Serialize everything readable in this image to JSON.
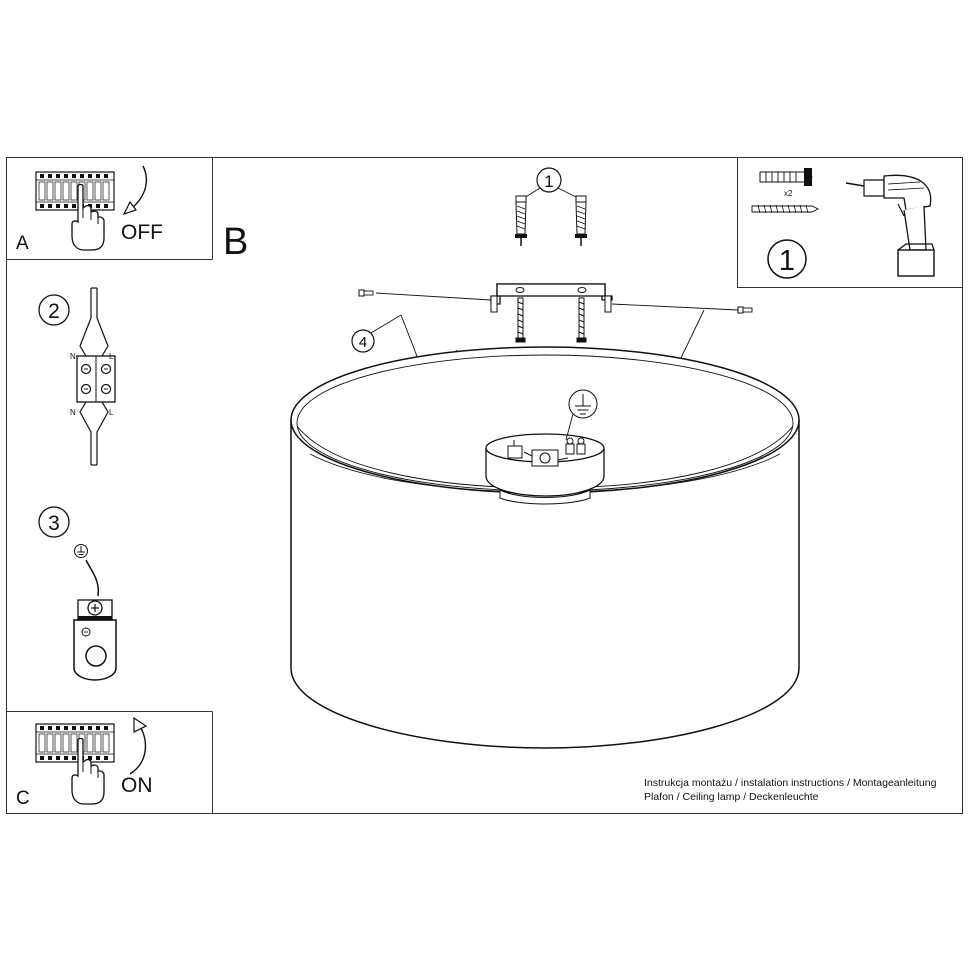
{
  "panels": {
    "a": {
      "letter": "A",
      "action": "OFF"
    },
    "b": {
      "letter": "B"
    },
    "c": {
      "letter": "C",
      "action": "ON"
    }
  },
  "steps": {
    "one": "1",
    "two": "2",
    "three": "3",
    "four": "4",
    "tools_step": "1"
  },
  "wire_labels": {
    "neutral": "N",
    "live": "L"
  },
  "anchor_qty": "x2",
  "caption": {
    "line1": "Instrukcja montażu / instalation instructions / Montageanleitung",
    "line2": "Plafon / Ceiling lamp / Deckenleuchte"
  }
}
